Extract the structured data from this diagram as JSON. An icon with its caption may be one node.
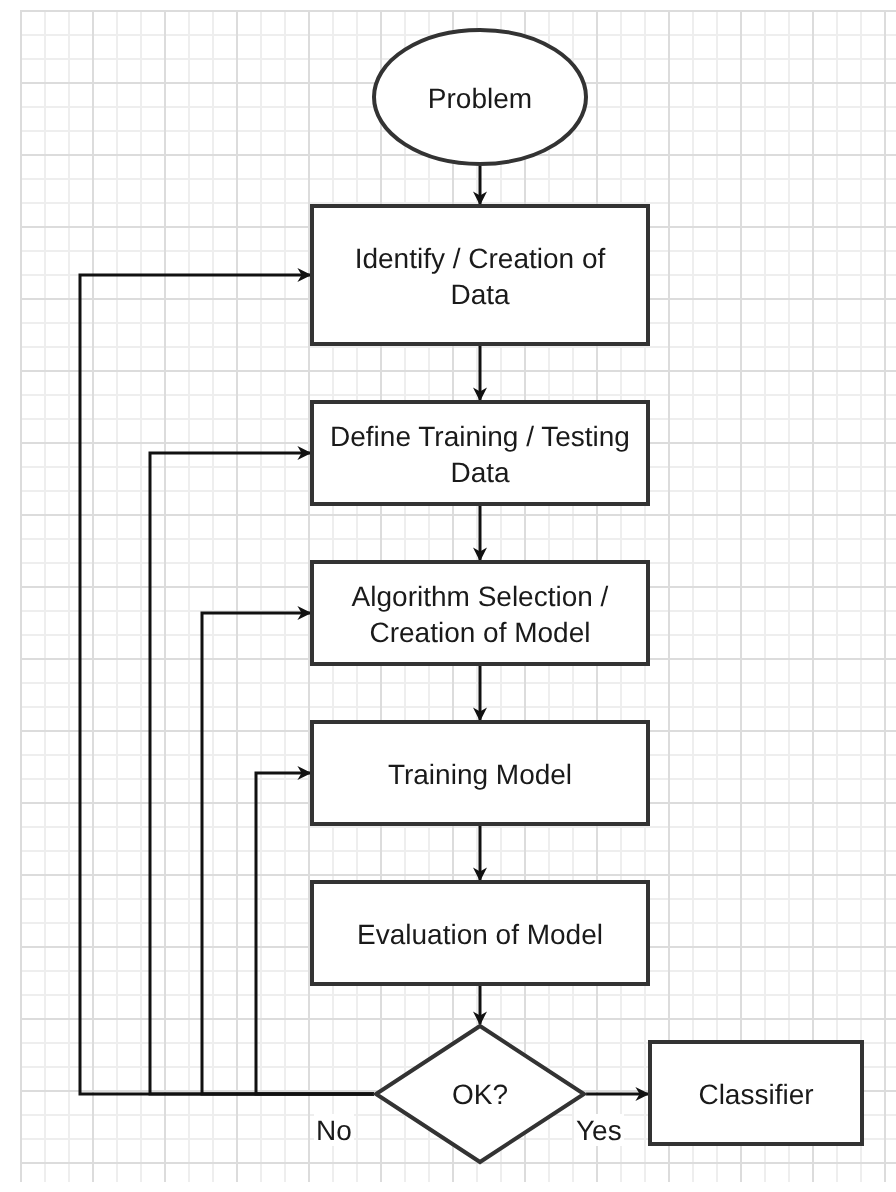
{
  "diagram": {
    "nodes": [
      {
        "text": [
          "Problem"
        ]
      },
      {
        "text": [
          "Identify / Creation of Data"
        ]
      },
      {
        "text": [
          "Define Training / Testing Data"
        ]
      },
      {
        "text": [
          "Algorithm Selection / Creation of Model"
        ]
      },
      {
        "text": [
          "Training Model"
        ]
      },
      {
        "text": [
          "Evaluation of Model"
        ]
      },
      {
        "text": [
          "OK?"
        ]
      },
      {
        "text": [
          "Classifier"
        ]
      }
    ],
    "edges": [
      {
        "from": 0,
        "to": 1,
        "arrow": "to"
      },
      {
        "from": 1,
        "to": 2,
        "arrow": "to"
      },
      {
        "from": 2,
        "to": 3,
        "arrow": "to"
      },
      {
        "from": 3,
        "to": 4,
        "arrow": "to"
      },
      {
        "from": 4,
        "to": 5,
        "arrow": "to"
      },
      {
        "from": 5,
        "to": 6,
        "arrow": "to"
      },
      {
        "from": 6,
        "to": 7,
        "arrow": "to",
        "label": "Yes"
      },
      {
        "from": 6,
        "to": 1,
        "arrow": "to",
        "label": "No"
      },
      {
        "from": 6,
        "to": 2,
        "arrow": "to"
      },
      {
        "from": 6,
        "to": 3,
        "arrow": "to"
      },
      {
        "from": 6,
        "to": 4,
        "arrow": "to"
      }
    ]
  }
}
